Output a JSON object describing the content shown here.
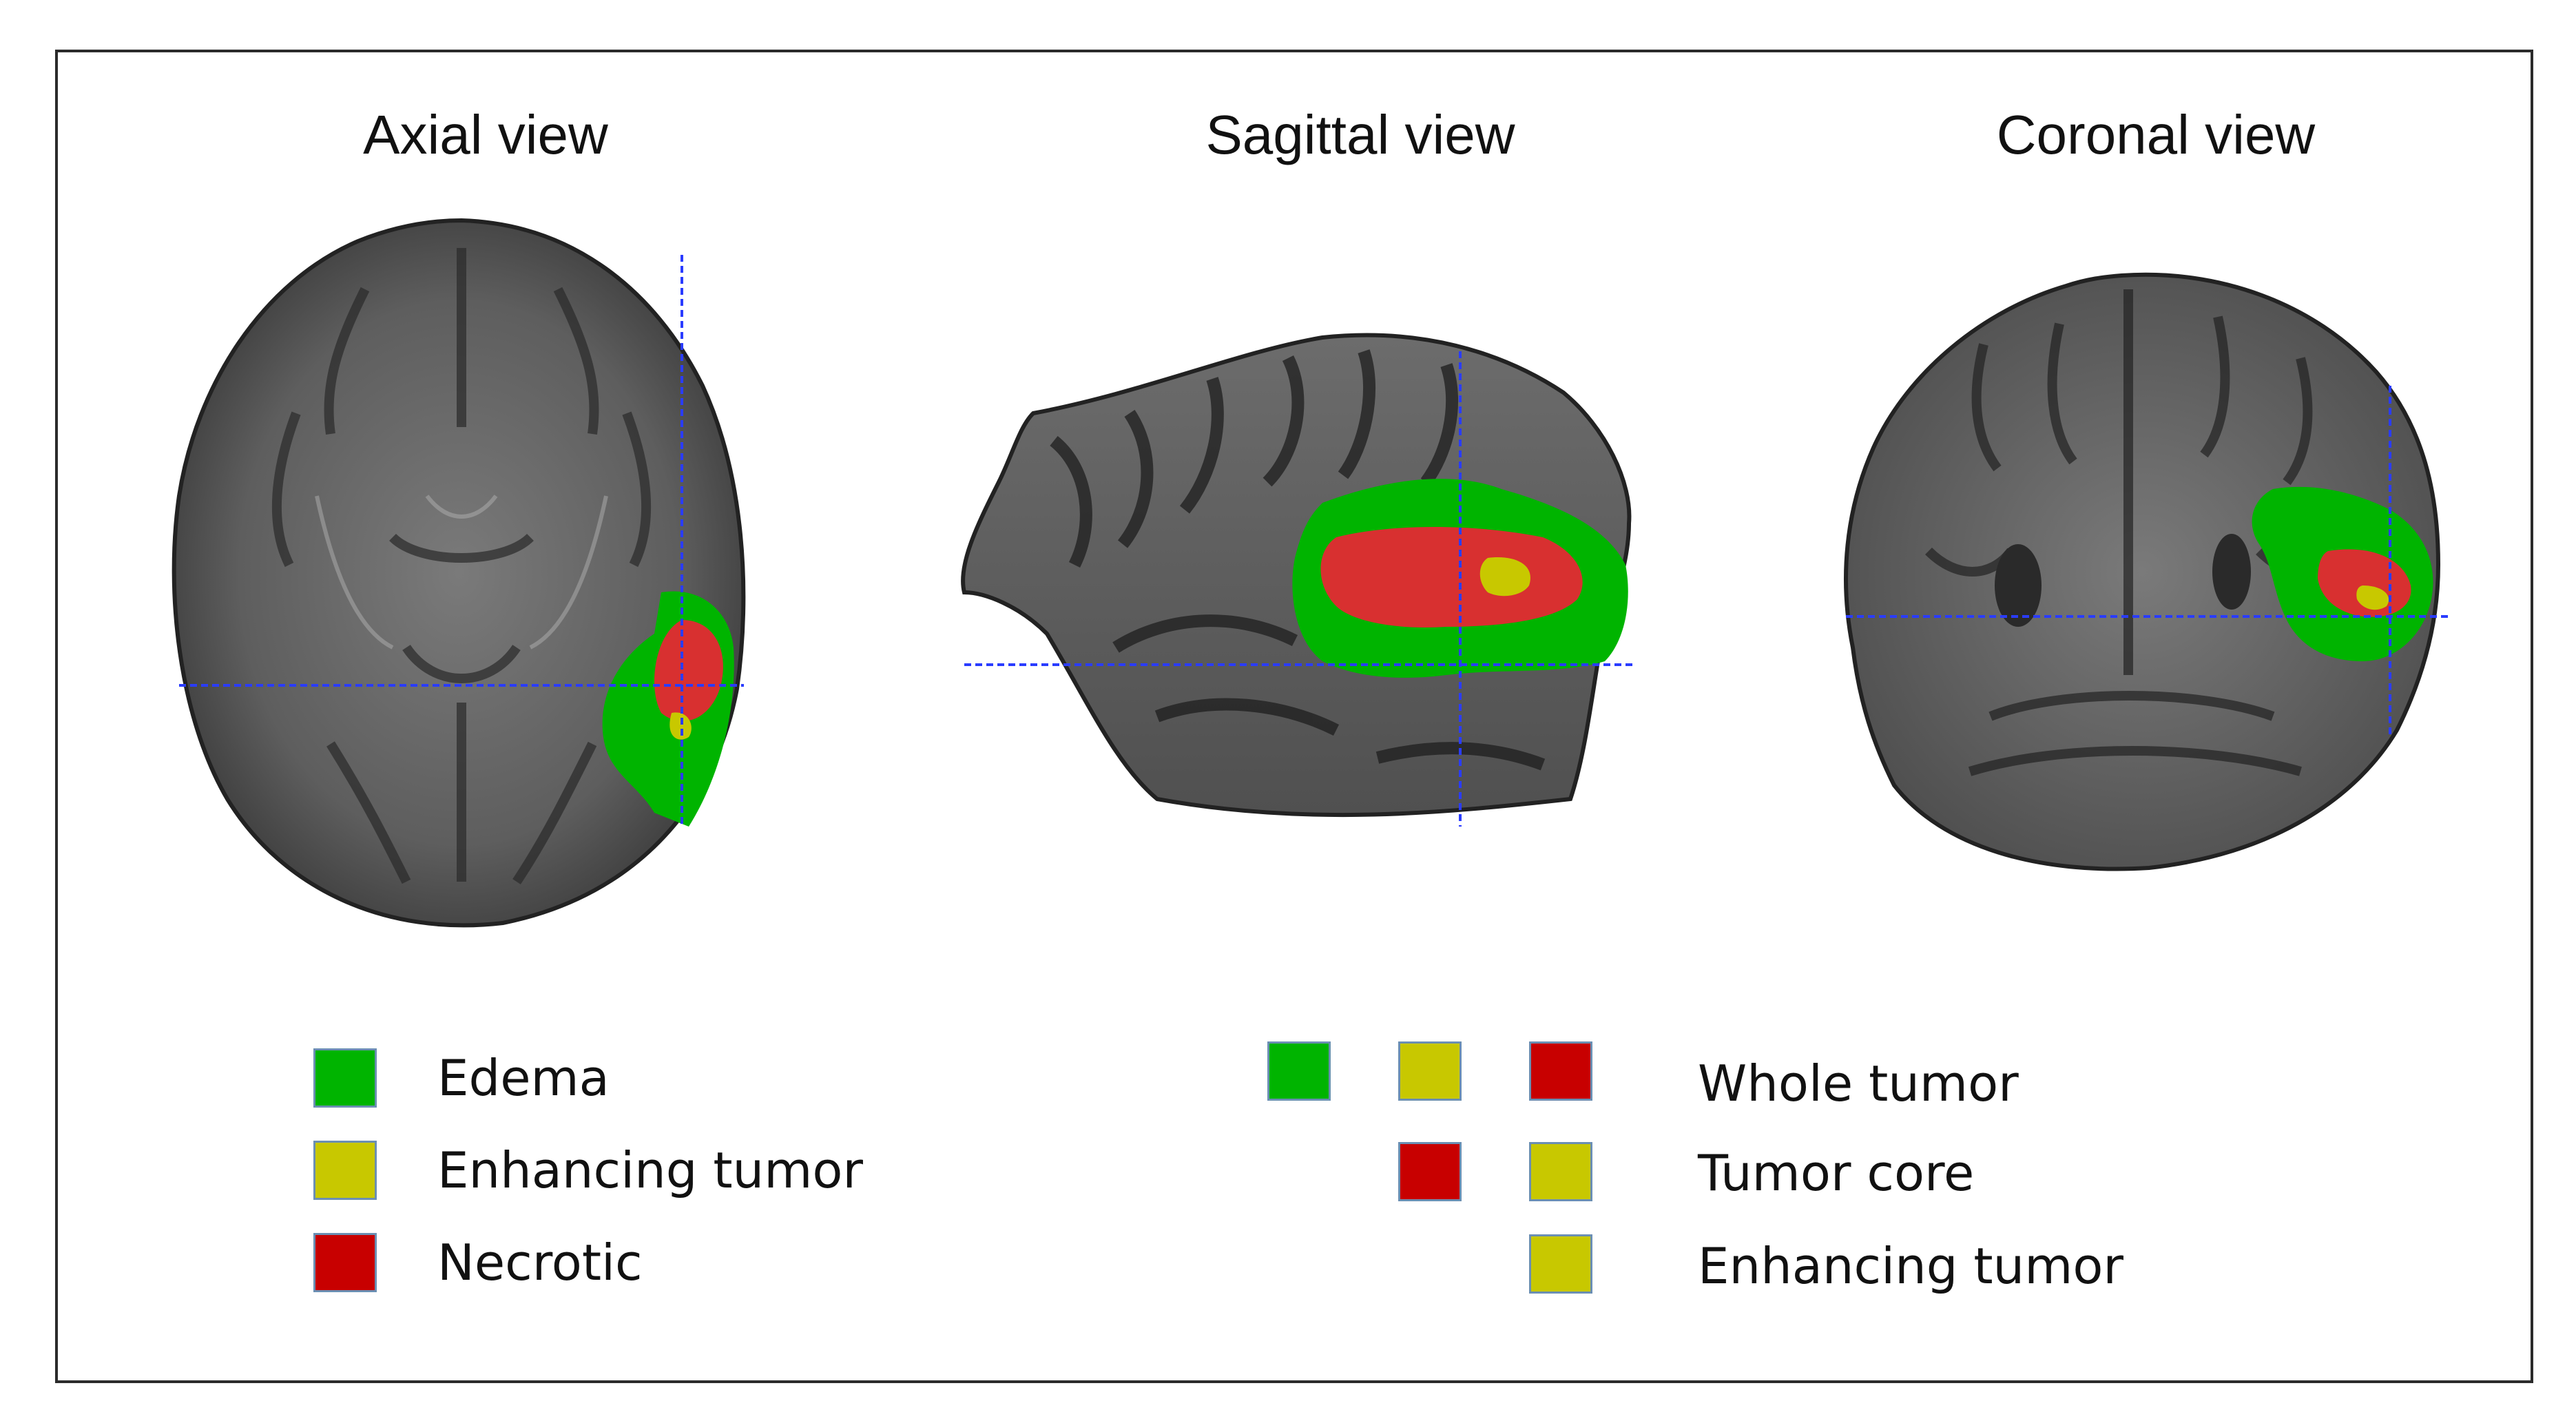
{
  "views": [
    {
      "title": "Axial view"
    },
    {
      "title": "Sagittal view"
    },
    {
      "title": "Coronal view"
    }
  ],
  "colors": {
    "edema": "#00b400",
    "enhancing": "#c8c800",
    "necrotic": "#c80000",
    "brain_dark": "#3a3a3a",
    "brain_light": "#9a9a9a",
    "crosshair": "#2a3cff"
  },
  "legend_left": [
    {
      "label": "Edema",
      "color": "#00b400"
    },
    {
      "label": "Enhancing tumor",
      "color": "#c8c800"
    },
    {
      "label": "Necrotic",
      "color": "#c80000"
    }
  ],
  "legend_right": [
    {
      "label": "Whole tumor",
      "swatches": [
        "#00b400",
        "#c8c800",
        "#c80000"
      ]
    },
    {
      "label": "Tumor core",
      "swatches": [
        "#c80000",
        "#c8c800"
      ]
    },
    {
      "label": "Enhancing tumor",
      "swatches": [
        "#c8c800"
      ]
    }
  ]
}
